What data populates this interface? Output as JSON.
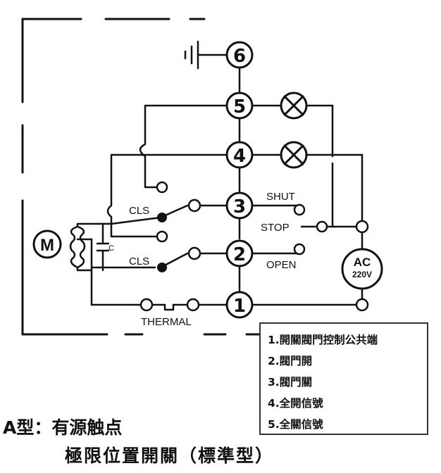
{
  "terminals": [
    "1",
    "2",
    "3",
    "4",
    "5",
    "6"
  ],
  "labels": {
    "motor": "M",
    "capacitor": "C",
    "cls_upper": "CLS",
    "cls_lower": "CLS",
    "shut": "SHUT",
    "stop": "STOP",
    "open": "OPEN",
    "thermal": "THERMAL",
    "ac_line1": "AC",
    "ac_line2": "220V"
  },
  "legend": [
    "1.開關閥門控制公共端",
    "2.閥門開",
    "3.閥門關",
    "4.全開信號",
    "5.全關信號"
  ],
  "title": {
    "line1": "A型：有源触点",
    "line2": "極限位置開關（標準型）"
  }
}
